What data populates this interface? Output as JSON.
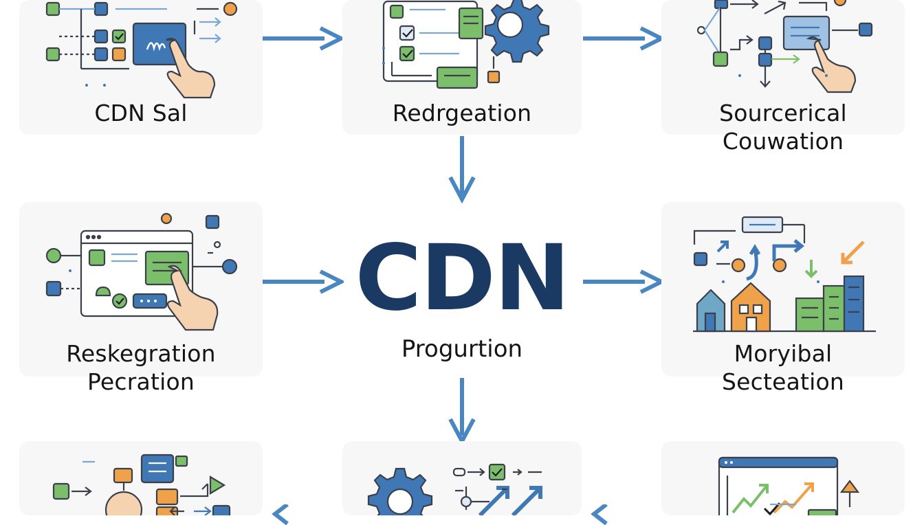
{
  "center": {
    "title": "CDN",
    "subtitle": "Progurtion"
  },
  "nodes": {
    "top_left": {
      "lines": [
        "CDN Sal"
      ]
    },
    "top_mid": {
      "lines": [
        "Redrgeation"
      ]
    },
    "top_right": {
      "lines": [
        "Sourcerical",
        "Couwation"
      ]
    },
    "mid_left": {
      "lines": [
        "Reskegration",
        "Pecration"
      ]
    },
    "mid_right": {
      "lines": [
        "Moryibal",
        "Secteation"
      ]
    },
    "bottom_left": {
      "lines": []
    },
    "bottom_mid": {
      "lines": []
    },
    "bottom_right": {
      "lines": []
    }
  },
  "colors": {
    "navy": "#1b3a63",
    "blue": "#3f78b5",
    "green": "#7cbf6b",
    "orange": "#f0a24a",
    "card": "#f7f7f8",
    "skin": "#f6d3b0",
    "arrow": "#4a86c2"
  }
}
